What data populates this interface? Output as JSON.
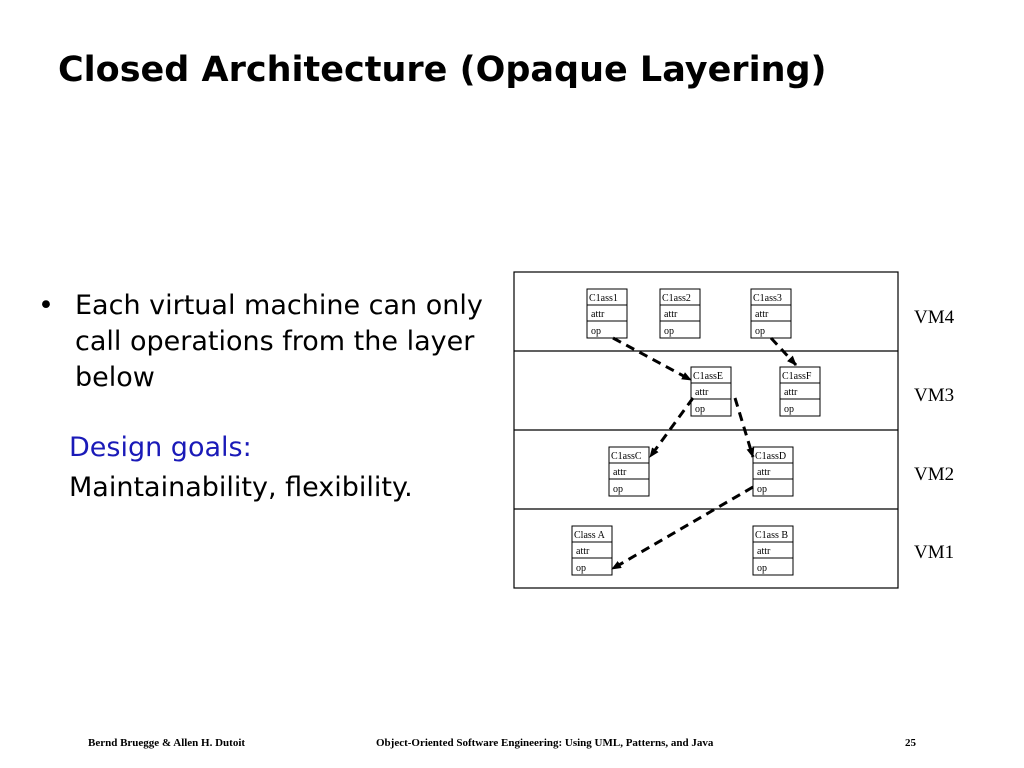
{
  "title": "Closed Architecture (Opaque Layering)",
  "bullet": {
    "marker": "•",
    "text": "Each virtual machine can only call operations from the layer below"
  },
  "design_goals": {
    "heading": "Design goals:",
    "body": "Maintainability, flexibility."
  },
  "diagram": {
    "layers": [
      {
        "label": "VM4",
        "classes": [
          {
            "name": "C1ass1",
            "attr": "attr",
            "op": "op"
          },
          {
            "name": "C1ass2",
            "attr": "attr",
            "op": "op"
          },
          {
            "name": "C1ass3",
            "attr": "attr",
            "op": "op"
          }
        ]
      },
      {
        "label": "VM3",
        "classes": [
          {
            "name": "C1assE",
            "attr": "attr",
            "op": "op"
          },
          {
            "name": "C1assF",
            "attr": "attr",
            "op": "op"
          }
        ]
      },
      {
        "label": "VM2",
        "classes": [
          {
            "name": "C1assC",
            "attr": "attr",
            "op": "op"
          },
          {
            "name": "C1assD",
            "attr": "attr",
            "op": "op"
          }
        ]
      },
      {
        "label": "VM1",
        "classes": [
          {
            "name": "Class A",
            "attr": "attr",
            "op": "op"
          },
          {
            "name": "C1ass B",
            "attr": "attr",
            "op": "op"
          }
        ]
      }
    ],
    "calls": [
      {
        "from": "C1ass1",
        "to": "C1assE"
      },
      {
        "from": "C1ass3",
        "to": "C1assF"
      },
      {
        "from": "C1assE",
        "to": "C1assC"
      },
      {
        "from": "C1assE",
        "to": "C1assD"
      },
      {
        "from": "C1assD",
        "to": "Class A"
      }
    ]
  },
  "footer": {
    "authors": "Bernd Bruegge & Allen H. Dutoit",
    "book": "Object-Oriented Software Engineering: Using UML, Patterns, and Java",
    "page": "25"
  }
}
